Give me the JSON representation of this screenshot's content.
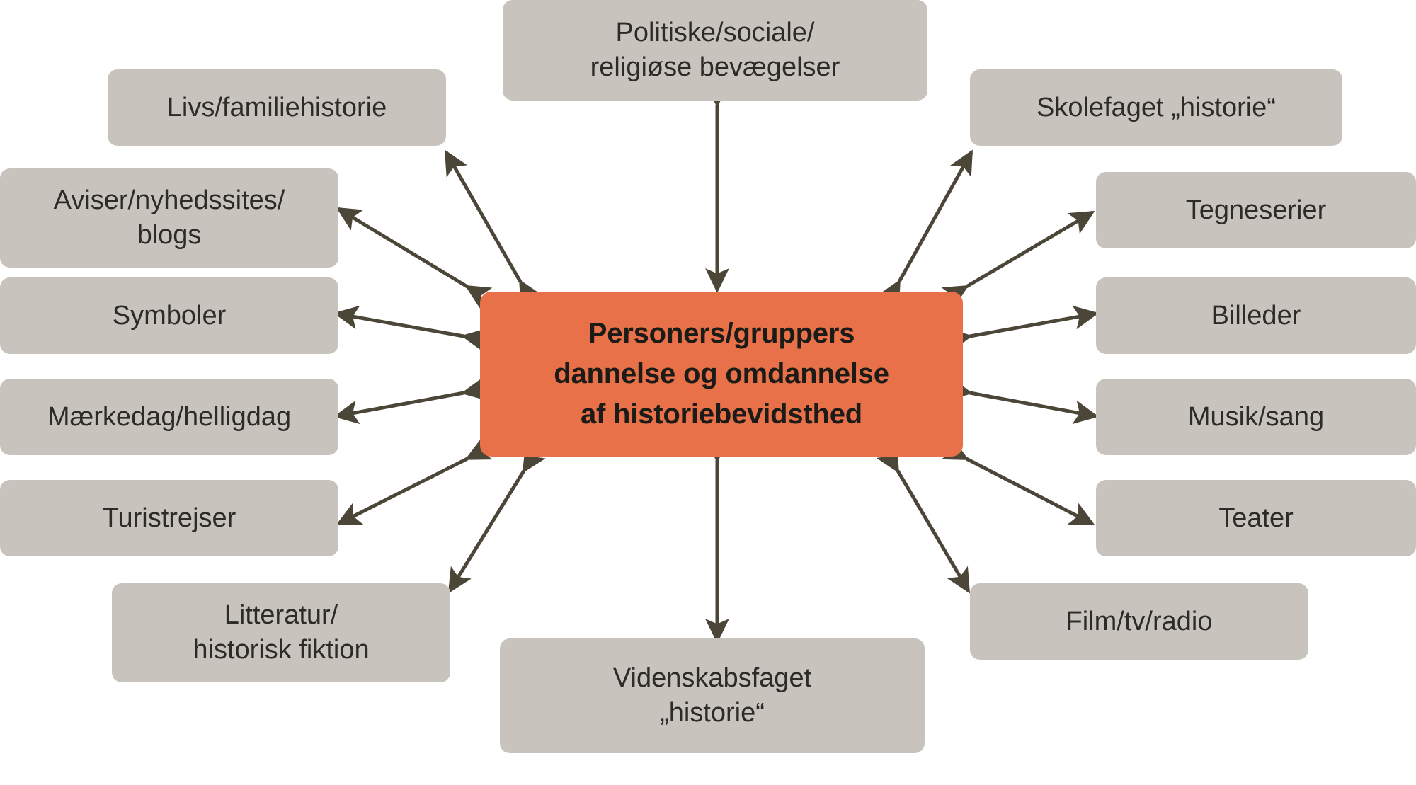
{
  "diagram": {
    "title_text": "Personers/gruppers\ndannelse og omdannelse\naf historiebevidsthed",
    "colors": {
      "node_fill": "#c9c3bd",
      "center_fill": "#e8714a",
      "arrow": "#4c4639",
      "background": "#ffffff",
      "text": "#2b2b28"
    },
    "center": {
      "label": "Personers/gruppers\ndannelse og omdannelse\naf historiebevidsthed"
    },
    "nodes": [
      {
        "id": "politiske-sociale-religiose-bevaegelser",
        "label": "Politiske/sociale/\nreligiøse bevægelser"
      },
      {
        "id": "livs-familiehistorie",
        "label": "Livs/familiehistorie"
      },
      {
        "id": "aviser-nyhedssites-blogs",
        "label": "Aviser/nyhedssites/\nblogs"
      },
      {
        "id": "symboler",
        "label": "Symboler"
      },
      {
        "id": "maerkedag-helligdag",
        "label": "Mærkedag/helligdag"
      },
      {
        "id": "turistrejser",
        "label": "Turistrejser"
      },
      {
        "id": "litteratur-historisk-fiktion",
        "label": "Litteratur/\nhistorisk fiktion"
      },
      {
        "id": "videnskabsfaget-historie",
        "label": "Videnskabsfaget\n„historie“"
      },
      {
        "id": "film-tv-radio",
        "label": "Film/tv/radio"
      },
      {
        "id": "teater",
        "label": "Teater"
      },
      {
        "id": "musik-sang",
        "label": "Musik/sang"
      },
      {
        "id": "billeder",
        "label": "Billeder"
      },
      {
        "id": "tegneserier",
        "label": "Tegneserier"
      },
      {
        "id": "skolefaget-historie",
        "label": "Skolefaget „historie“"
      }
    ],
    "connections": [
      {
        "from": "center",
        "to": "politiske-sociale-religiose-bevaegelser",
        "style": "double-headed"
      },
      {
        "from": "center",
        "to": "livs-familiehistorie",
        "style": "double-headed"
      },
      {
        "from": "center",
        "to": "aviser-nyhedssites-blogs",
        "style": "double-headed"
      },
      {
        "from": "center",
        "to": "symboler",
        "style": "double-headed"
      },
      {
        "from": "center",
        "to": "maerkedag-helligdag",
        "style": "double-headed"
      },
      {
        "from": "center",
        "to": "turistrejser",
        "style": "double-headed"
      },
      {
        "from": "center",
        "to": "litteratur-historisk-fiktion",
        "style": "double-headed"
      },
      {
        "from": "center",
        "to": "videnskabsfaget-historie",
        "style": "double-headed"
      },
      {
        "from": "center",
        "to": "film-tv-radio",
        "style": "double-headed"
      },
      {
        "from": "center",
        "to": "teater",
        "style": "double-headed"
      },
      {
        "from": "center",
        "to": "musik-sang",
        "style": "double-headed"
      },
      {
        "from": "center",
        "to": "billeder",
        "style": "double-headed"
      },
      {
        "from": "center",
        "to": "tegneserier",
        "style": "double-headed"
      },
      {
        "from": "center",
        "to": "skolefaget-historie",
        "style": "double-headed"
      }
    ]
  }
}
